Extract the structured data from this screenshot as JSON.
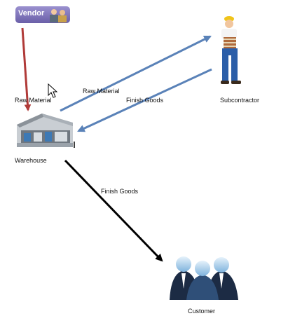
{
  "vendor": {
    "label": "Vendor",
    "color": "#7b6fb5"
  },
  "nodes": {
    "raw_material": "Raw Material",
    "warehouse": "Warehouse",
    "subcontractor": "Subcontractor",
    "customer": "Customer"
  },
  "edges": {
    "raw_material": "Raw Material",
    "finish_goods_back": "Finish Goods",
    "finish_goods_customer": "Finish Goods"
  },
  "colors": {
    "vendor_arrow": "#b03a38",
    "blue_arrow": "#5a82b8",
    "black_arrow": "#000000"
  },
  "icons": [
    "vendor-badge-icon",
    "worker-icon",
    "warehouse-icon",
    "customers-icon",
    "mouse-cursor-icon"
  ]
}
